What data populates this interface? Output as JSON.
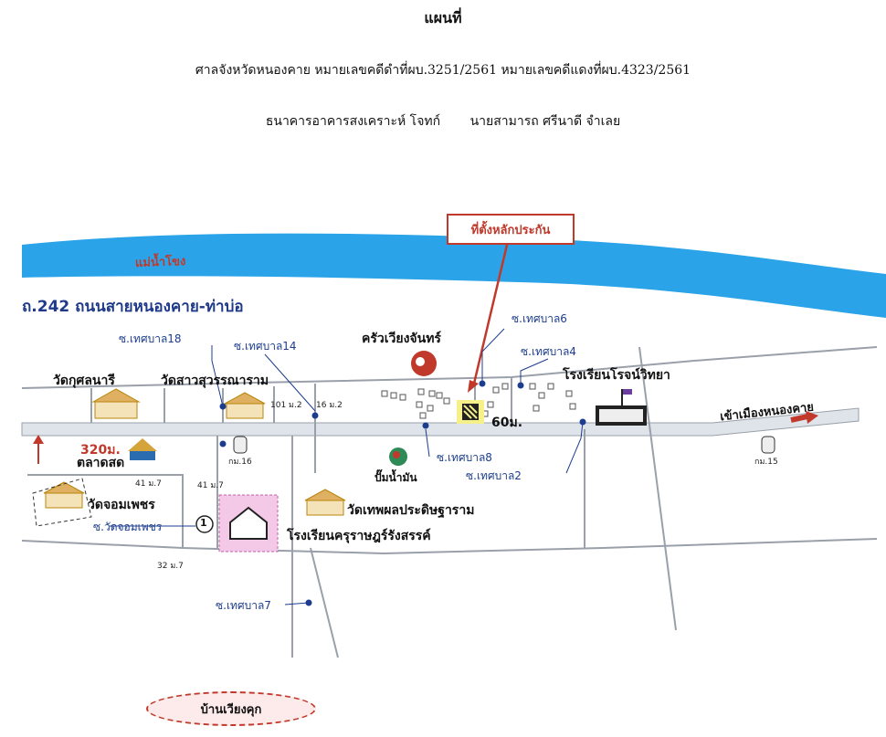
{
  "header": {
    "title": "แผนที่",
    "case_line": "ศาลจังหวัดหนองคาย หมายเลขคดีดำที่ผบ.3251/2561 หมายเลขคดีแดงที่ผบ.4323/2561",
    "party_plaintiff": "ธนาคารอาคารสงเคราะห์ โจทก์",
    "party_defendant": "นายสามารถ ศรีนาดี จำเลย"
  },
  "map": {
    "river_label": "แม่น้ำโขง",
    "road_title": "ถ.242 ถนนสายหนองคาย-ท่าบ่อ",
    "collateral_label": "ที่ตั้งหลักประกัน",
    "soi": {
      "s18": "ซ.เทศบาล18",
      "s14": "ซ.เทศบาล14",
      "s6": "ซ.เทศบาล6",
      "s4": "ซ.เทศบาล4",
      "s8": "ซ.เทศบาล8",
      "s2": "ซ.เทศบาล2",
      "s7": "ซ.เทศบาล7",
      "wat_jom": "ซ.วัดจอมเพชร"
    },
    "places": {
      "wat_kusol": "วัดกุศลนารี",
      "wat_sao": "วัดสาวสุวรรณาราม",
      "restaurant": "ครัวเวียงจันทร์",
      "school_roj": "โรงเรียนโรจน์วิทยา",
      "market": "ตลาดสด",
      "wat_jom_phet": "วัดจอมเพชร",
      "gas": "ปั๊มน้ำมัน",
      "wat_thep": "วัดเทพผลประดิษฐาราม",
      "school_kru": "โรงเรียนครุราษฎร์รังสรรค์",
      "to_city": "เข้าเมืองหนองคาย",
      "village": "บ้านเวียงคุก"
    },
    "distances": {
      "d320": "320ม.",
      "d60": "60ม."
    },
    "markers": {
      "km16": "กม.16",
      "km15": "กม.15",
      "h101": "101 ม.2",
      "h16": "16 ม.2",
      "h41a": "41 ม.7",
      "h41b": "41 ม.7",
      "h32": "32 ม.7",
      "num1": "1"
    },
    "colors": {
      "river": "#2aa3e8",
      "road_fill": "#dfe3ea",
      "road_edge": "#9aa0aa",
      "accent": "#c0392b",
      "label_blue": "#1c3d8f",
      "collateral_fill": "#f5f08a",
      "school_lot": "#f4c9e7"
    }
  }
}
